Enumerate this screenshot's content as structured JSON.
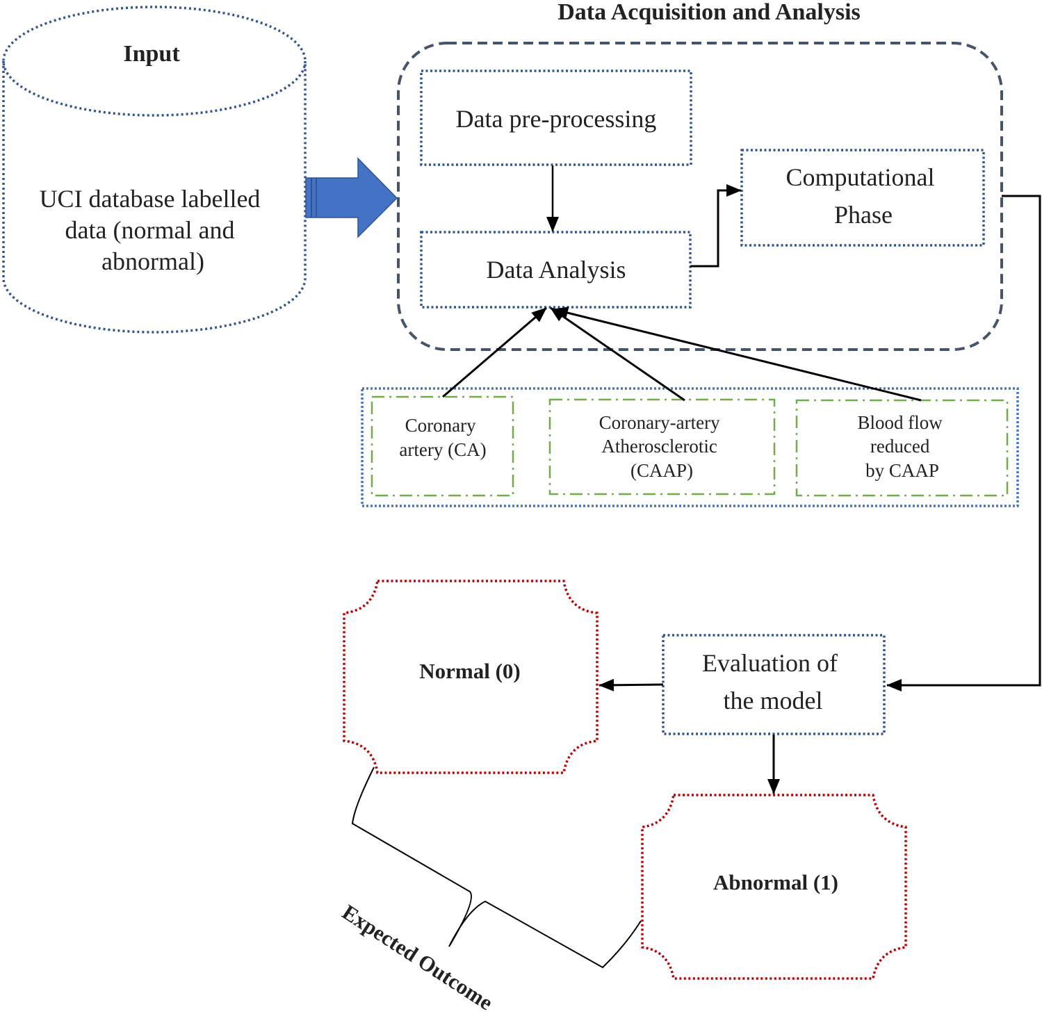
{
  "diagram": {
    "title": "Data Acquisition and Analysis",
    "colors": {
      "input_border": "#2f5597",
      "container_border": "#44546a",
      "node_border": "#2f5597",
      "factor_border": "#70ad47",
      "factor_group_border": "#4472c4",
      "outcome_border": "#c00000",
      "big_arrow_fill": "#4472c4",
      "connector": "#000000",
      "text": "#222222"
    },
    "input": {
      "heading": "Input",
      "lines": [
        "UCI database labelled",
        "data (normal and",
        "abnormal)"
      ]
    },
    "nodes": {
      "preprocessing": {
        "label": "Data pre-processing"
      },
      "analysis": {
        "label": "Data Analysis"
      },
      "computational": {
        "lines": [
          "Computational",
          "Phase"
        ]
      },
      "evaluation": {
        "lines": [
          "Evaluation of",
          "the model"
        ]
      }
    },
    "factors": [
      {
        "lines": [
          "Coronary",
          "artery (CA)"
        ]
      },
      {
        "lines": [
          "Coronary-artery",
          "Atherosclerotic",
          "(CAAP)"
        ]
      },
      {
        "lines": [
          "Blood flow",
          "reduced",
          "by CAAP"
        ]
      }
    ],
    "outcomes": {
      "normal": {
        "label": "Normal (0)"
      },
      "abnormal": {
        "label": "Abnormal (1)"
      },
      "brace_label": "Expected Outcome"
    },
    "edges": [
      {
        "from": "input",
        "to": "data-acquisition-and-analysis",
        "style": "block-arrow"
      },
      {
        "from": "preprocessing",
        "to": "analysis"
      },
      {
        "from": "analysis",
        "to": "computational"
      },
      {
        "from": "factor-coronary-artery",
        "to": "analysis"
      },
      {
        "from": "factor-caap",
        "to": "analysis"
      },
      {
        "from": "factor-blood-flow",
        "to": "analysis"
      },
      {
        "from": "computational",
        "to": "evaluation"
      },
      {
        "from": "evaluation",
        "to": "normal"
      },
      {
        "from": "evaluation",
        "to": "abnormal"
      }
    ]
  }
}
